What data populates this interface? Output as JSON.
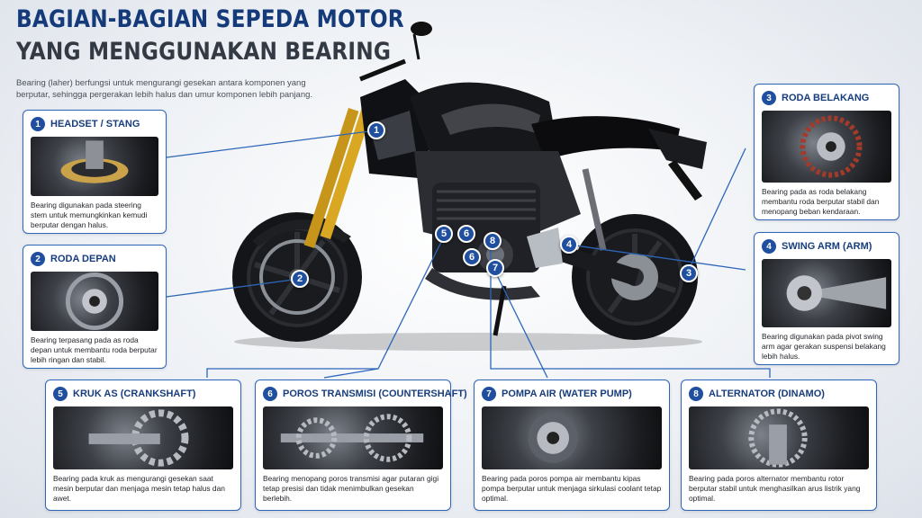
{
  "header": {
    "title_line1": "BAGIAN-BAGIAN SEPEDA MOTOR",
    "title_line2": "YANG MENGGUNAKAN BEARING",
    "subtitle": "Bearing (laher) berfungsi untuk mengurangi gesekan antara komponen yang berputar, sehingga pergerakan lebih halus dan umur komponen lebih panjang."
  },
  "parts": [
    {
      "number": "1",
      "title": "HEADSET / STANG",
      "description": "Bearing digunakan pada steering stem untuk memungkinkan kemudi berputar dengan halus."
    },
    {
      "number": "2",
      "title": "RODA DEPAN",
      "description": "Bearing terpasang pada as roda depan untuk membantu roda berputar lebih ringan dan stabil."
    },
    {
      "number": "3",
      "title": "RODA BELAKANG",
      "description": "Bearing pada as roda belakang membantu roda berputar stabil dan menopang beban kendaraan."
    },
    {
      "number": "4",
      "title": "SWING ARM (ARM)",
      "description": "Bearing digunakan pada pivot swing arm agar gerakan suspensi belakang lebih halus."
    },
    {
      "number": "5",
      "title": "KRUK AS (CRANKSHAFT)",
      "description": "Bearing pada kruk as mengurangi gesekan saat mesin berputar dan menjaga mesin tetap halus dan awet."
    },
    {
      "number": "6",
      "title": "POROS TRANSMISI (COUNTERSHAFT)",
      "description": "Bearing menopang poros transmisi agar putaran gigi tetap presisi dan tidak menimbulkan gesekan berlebih."
    },
    {
      "number": "7",
      "title": "POMPA AIR (WATER PUMP)",
      "description": "Bearing pada poros pompa air membantu kipas pompa berputar untuk menjaga sirkulasi coolant tetap optimal."
    },
    {
      "number": "8",
      "title": "ALTERNATOR (DINAMO)",
      "description": "Bearing pada poros alternator membantu rotor berputar stabil untuk menghasilkan arus listrik yang optimal."
    }
  ],
  "colors": {
    "accent": "#1f4f9e",
    "border": "#2d66b8",
    "title_blue": "#143a7a"
  }
}
